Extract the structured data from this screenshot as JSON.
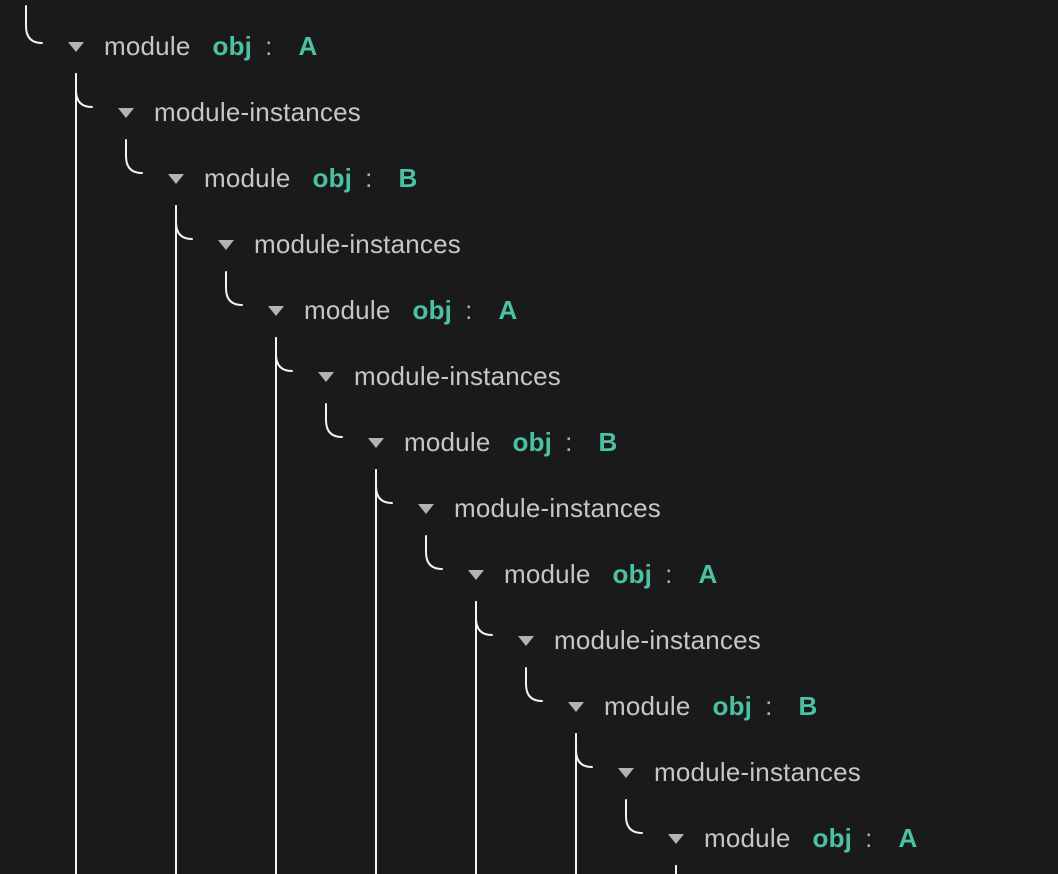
{
  "colors": {
    "background": "#1a1a1a",
    "text": "#c6c6c6",
    "separator_text": "#b0b0b0",
    "accent": "#4ac1a3",
    "connector_line": "#f3f3f3",
    "triangle": "#b3b3b3"
  },
  "icons": {
    "expander": "triangle-down"
  },
  "tree": {
    "rows": [
      {
        "type": "module",
        "keyword": "module",
        "field": "obj",
        "separator": ":",
        "value": "A",
        "expanded": true
      },
      {
        "type": "module-instances",
        "label": "module-instances",
        "expanded": true
      },
      {
        "type": "module",
        "keyword": "module",
        "field": "obj",
        "separator": ":",
        "value": "B",
        "expanded": true
      },
      {
        "type": "module-instances",
        "label": "module-instances",
        "expanded": true
      },
      {
        "type": "module",
        "keyword": "module",
        "field": "obj",
        "separator": ":",
        "value": "A",
        "expanded": true
      },
      {
        "type": "module-instances",
        "label": "module-instances",
        "expanded": true
      },
      {
        "type": "module",
        "keyword": "module",
        "field": "obj",
        "separator": ":",
        "value": "B",
        "expanded": true
      },
      {
        "type": "module-instances",
        "label": "module-instances",
        "expanded": true
      },
      {
        "type": "module",
        "keyword": "module",
        "field": "obj",
        "separator": ":",
        "value": "A",
        "expanded": true
      },
      {
        "type": "module-instances",
        "label": "module-instances",
        "expanded": true
      },
      {
        "type": "module",
        "keyword": "module",
        "field": "obj",
        "separator": ":",
        "value": "B",
        "expanded": true
      },
      {
        "type": "module-instances",
        "label": "module-instances",
        "expanded": true
      },
      {
        "type": "module",
        "keyword": "module",
        "field": "obj",
        "separator": ":",
        "value": "A",
        "expanded": true
      }
    ]
  }
}
